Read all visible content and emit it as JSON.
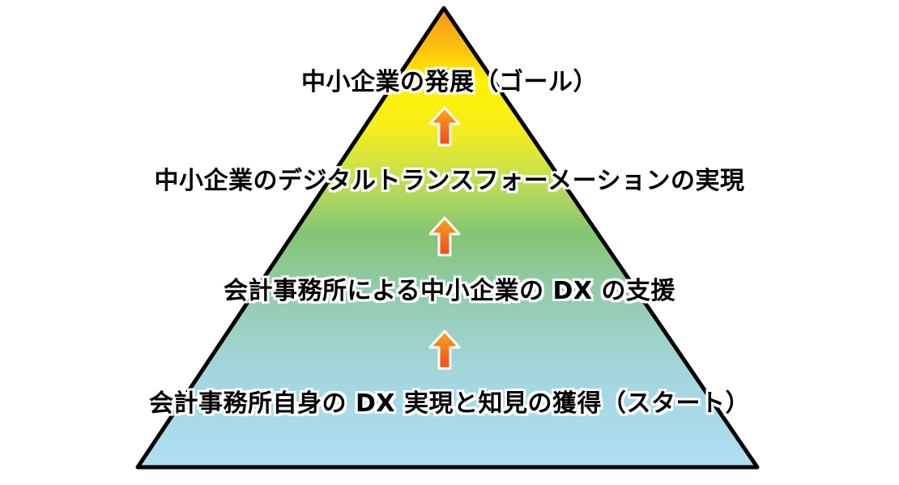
{
  "diagram": {
    "type": "pyramid",
    "levels": [
      {
        "label": "中小企業の発展（ゴール）"
      },
      {
        "label": "中小企業のデジタルトランスフォーメーションの実現"
      },
      {
        "label": "会計事務所による中小企業の DX の支援"
      },
      {
        "label": "会計事務所自身の DX 実現と知見の獲得（スタート）"
      }
    ],
    "arrows": {
      "icon": "up-arrow",
      "count": 3
    },
    "colors": {
      "apex_orange": "#F7941D",
      "yellow": "#FFF100",
      "green": "#83C573",
      "base_blue": "#AFDEF0",
      "outline": "#000000",
      "arrow_top": "#FCA41D",
      "arrow_bottom": "#F04A1C",
      "text": "#000000",
      "text_halo": "#FFFFFF"
    }
  }
}
